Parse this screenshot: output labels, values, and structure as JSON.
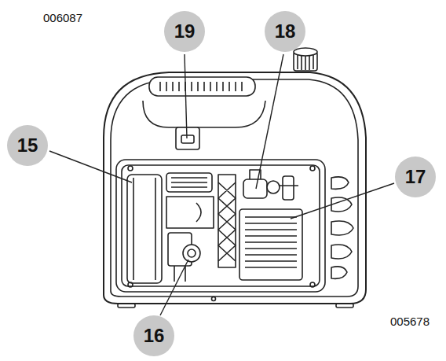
{
  "diagram": {
    "labels": [
      "006087",
      "19",
      "18",
      "15",
      "17",
      "16",
      "005678"
    ]
  }
}
